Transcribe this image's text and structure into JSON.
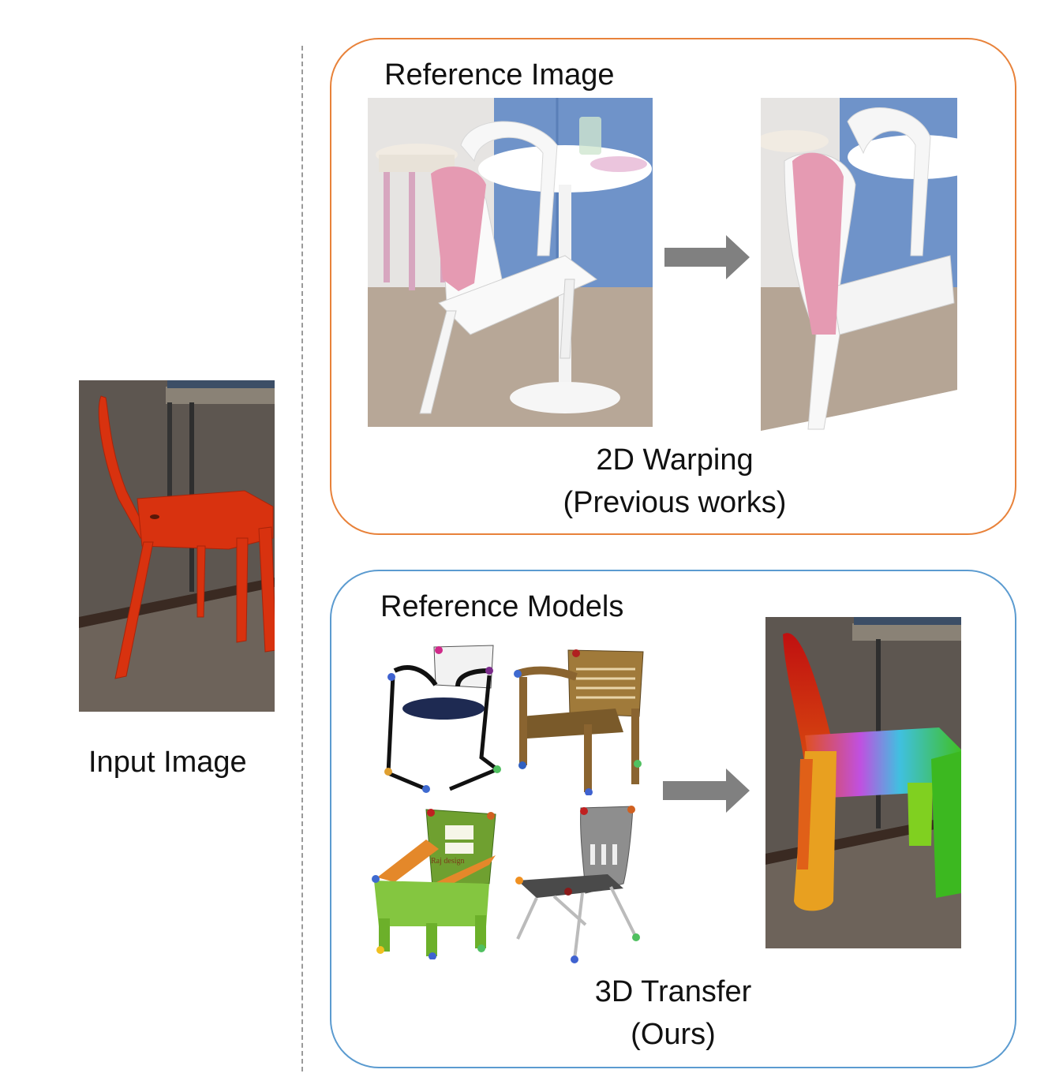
{
  "input": {
    "caption": "Input Image"
  },
  "top_panel": {
    "title": "Reference Image",
    "caption_line1": "2D Warping",
    "caption_line2": "(Previous works)"
  },
  "bottom_panel": {
    "title": "Reference Models",
    "caption_line1": "3D Transfer",
    "caption_line2": "(Ours)",
    "model_text": "Raj design"
  },
  "colors": {
    "top_border": "#e8823a",
    "bottom_border": "#5b9bd0",
    "arrow": "#808080",
    "chair_red": "#d8320f"
  }
}
